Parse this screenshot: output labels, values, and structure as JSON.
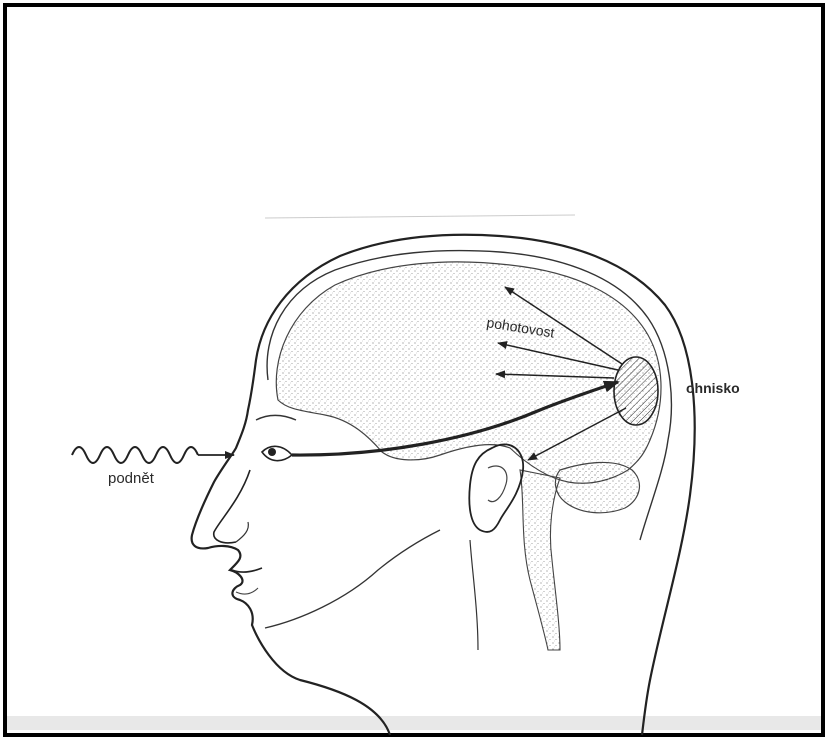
{
  "diagram": {
    "labels": {
      "stimulus": "podnět",
      "readiness": "pohotovost",
      "focus": "ohnisko"
    }
  }
}
